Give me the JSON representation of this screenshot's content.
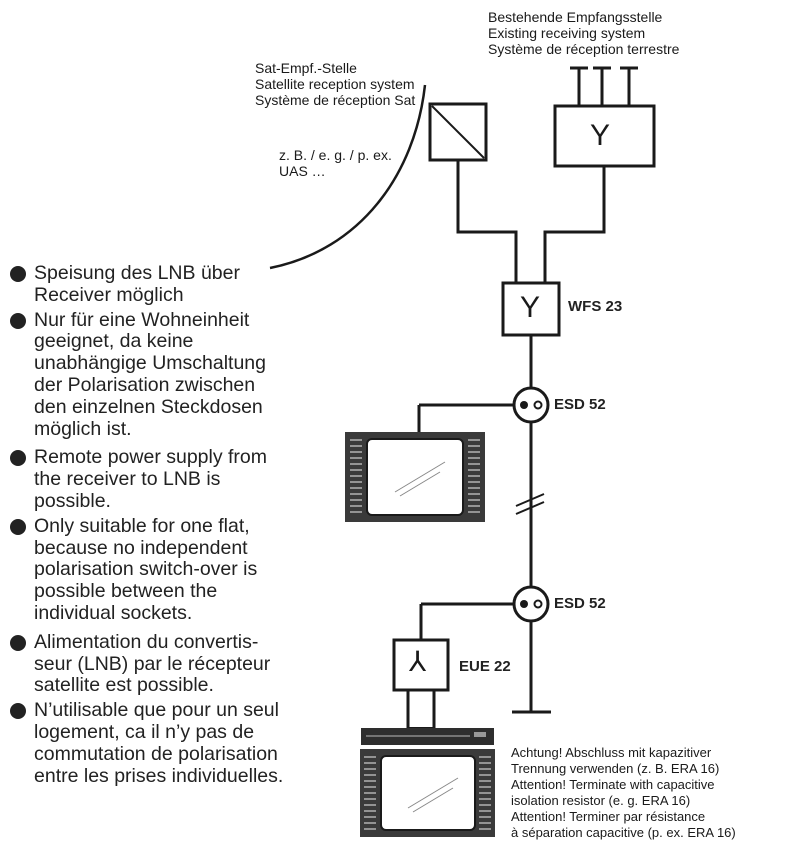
{
  "labels": {
    "existing": [
      "Bestehende Empfangsstelle",
      "Existing receiving system",
      "Système de réception terrestre"
    ],
    "sat": [
      "Sat-Empf.-Stelle",
      "Satellite reception system",
      "Système de réception Sat"
    ],
    "example": [
      "z. B. / e. g. / p. ex.",
      "UAS …"
    ],
    "note": [
      "Achtung! Abschluss mit kapazitiver",
      "Trennung verwenden (z. B. ERA 16)",
      "Attention! Terminate with capacitive",
      "isolation resistor (e. g. ERA 16)",
      "Attention! Terminer par résistance",
      "à séparation capacitive (p. ex. ERA 16)"
    ]
  },
  "devices": {
    "diplexer_symbol": "Y",
    "splitter_symbol": "Y",
    "wfs": "WFS 23",
    "esd_top": "ESD 52",
    "esd_bottom": "ESD 52",
    "eue_symbol": "⅄",
    "eue": "EUE 22"
  },
  "bullets": [
    "Speisung des LNB über\nReceiver möglich",
    "Nur für eine Wohneinheit\ngeeignet, da keine\nunabhängige Umschaltung\nder Polarisation zwischen\nden einzelnen Steckdosen\nmöglich ist.",
    "Remote power supply from\nthe receiver to LNB is\npossible.",
    "Only suitable for one flat,\nbecause no independent\npolarisation switch-over is\npossible between the\nindividual sockets.",
    "Alimentation du convertis-\nseur (LNB) par le récepteur\nsatellite est possible.",
    "N’utilisable que pour un seul\nlogement, ca il n’y pas de\ncommutation de polarisation\nentre les prises individuelles."
  ],
  "icons": [
    "satellite-dish-arc",
    "multiswitch-box",
    "antenna-amplifier-box",
    "splitter-box",
    "socket-outlet",
    "tv-set",
    "set-top-receiver",
    "terminator"
  ]
}
